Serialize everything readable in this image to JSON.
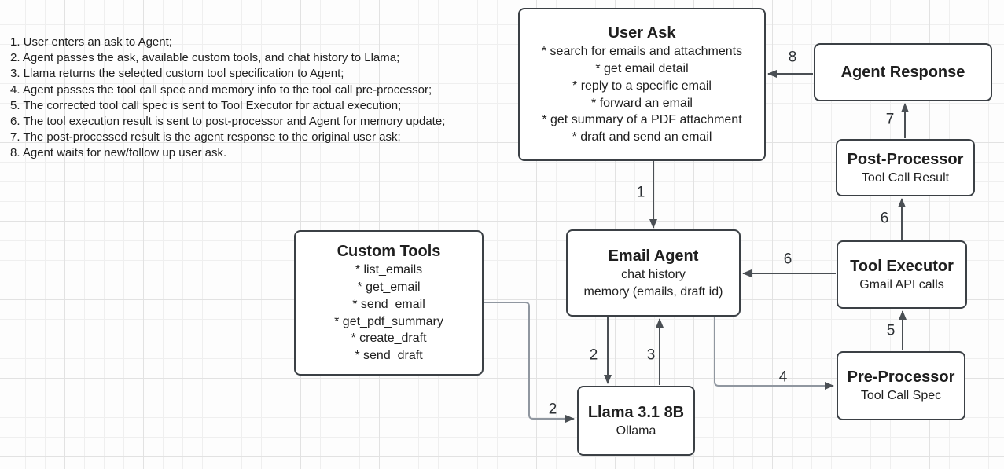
{
  "steps": [
    "1. User enters an ask to Agent;",
    "2. Agent passes the ask, available custom tools, and chat history to Llama;",
    "3. Llama returns the selected custom tool specification to Agent;",
    "4. Agent passes the tool call spec and memory info to the tool call pre-processor;",
    "5. The corrected tool call spec is sent to Tool Executor for actual execution;",
    "6. The tool execution result is sent to post-processor and Agent for memory update;",
    "7. The post-processed result is the agent response to the original user ask;",
    "8. Agent waits for new/follow up user ask."
  ],
  "nodes": {
    "user_ask": {
      "title": "User Ask",
      "lines": [
        "* search for emails and attachments",
        "* get email detail",
        "* reply to a specific email",
        "* forward an email",
        "* get summary of a PDF attachment",
        "* draft and send an email"
      ]
    },
    "agent_response": {
      "title": "Agent Response"
    },
    "post_processor": {
      "title": "Post-Processor",
      "subtitle": "Tool Call Result"
    },
    "tool_executor": {
      "title": "Tool Executor",
      "subtitle": "Gmail API calls"
    },
    "pre_processor": {
      "title": "Pre-Processor",
      "subtitle": "Tool Call Spec"
    },
    "custom_tools": {
      "title": "Custom Tools",
      "lines": [
        "* list_emails",
        "* get_email",
        "* send_email",
        "* get_pdf_summary",
        "* create_draft",
        "* send_draft"
      ]
    },
    "email_agent": {
      "title": "Email Agent",
      "lines": [
        "chat history",
        "memory (emails, draft id)"
      ]
    },
    "llama": {
      "title": "Llama 3.1 8B",
      "subtitle": "Ollama"
    }
  },
  "edge_labels": {
    "step1": "1",
    "step2_llm": "2",
    "step2_tools": "2",
    "step3": "3",
    "step4": "4",
    "step5": "5",
    "step6_agent": "6",
    "step6_post": "6",
    "step7": "7",
    "step8": "8"
  },
  "colors": {
    "box_border": "#3b4045",
    "edge_dark": "#4a4f54",
    "edge_gray": "#9097a0",
    "text": "#1f1f1f",
    "grid_minor": "#efefef",
    "grid_major": "#e2e2e2",
    "canvas_bg": "#fdfdfd"
  }
}
